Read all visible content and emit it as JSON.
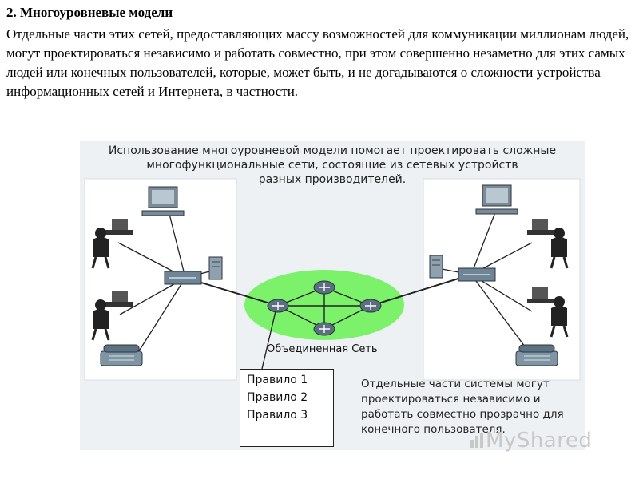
{
  "heading": "2. Многоуровневые модели",
  "paragraph": "Отдельные части этих сетей, предоставляющих массу возможностей для коммуникации миллионам людей, могут проектироваться независимо и работать совместно, при этом совершенно незаметно для этих самых людей или конечных пользователей, которые, может быть, и не догадываются о сложности устройства информационных сетей и Интернета, в частности.",
  "figure": {
    "caption_line1": "Использование многоуровневой модели помогает проектировать сложные",
    "caption_line2": "многофункциональные сети, состоящие из сетевых устройств",
    "caption_line3": "разных производителей.",
    "internetwork_label": "Объединенная Сеть",
    "rules": [
      "Правило 1",
      "Правило 2",
      "Правило 3"
    ],
    "side_note": "Отдельные части системы могут проектироваться независимо и работать совместно прозрачно для конечного пользователя.",
    "colors": {
      "cloud": "#7cf26a",
      "router": "#5b6f80",
      "switch": "#6f8494",
      "lan_panel": "#ffffff",
      "link": "#222222"
    },
    "icons": [
      "computer-icon",
      "user-at-desk-icon",
      "switch-icon",
      "server-icon",
      "router-icon",
      "telephone-icon"
    ]
  },
  "watermark": "MyShared"
}
